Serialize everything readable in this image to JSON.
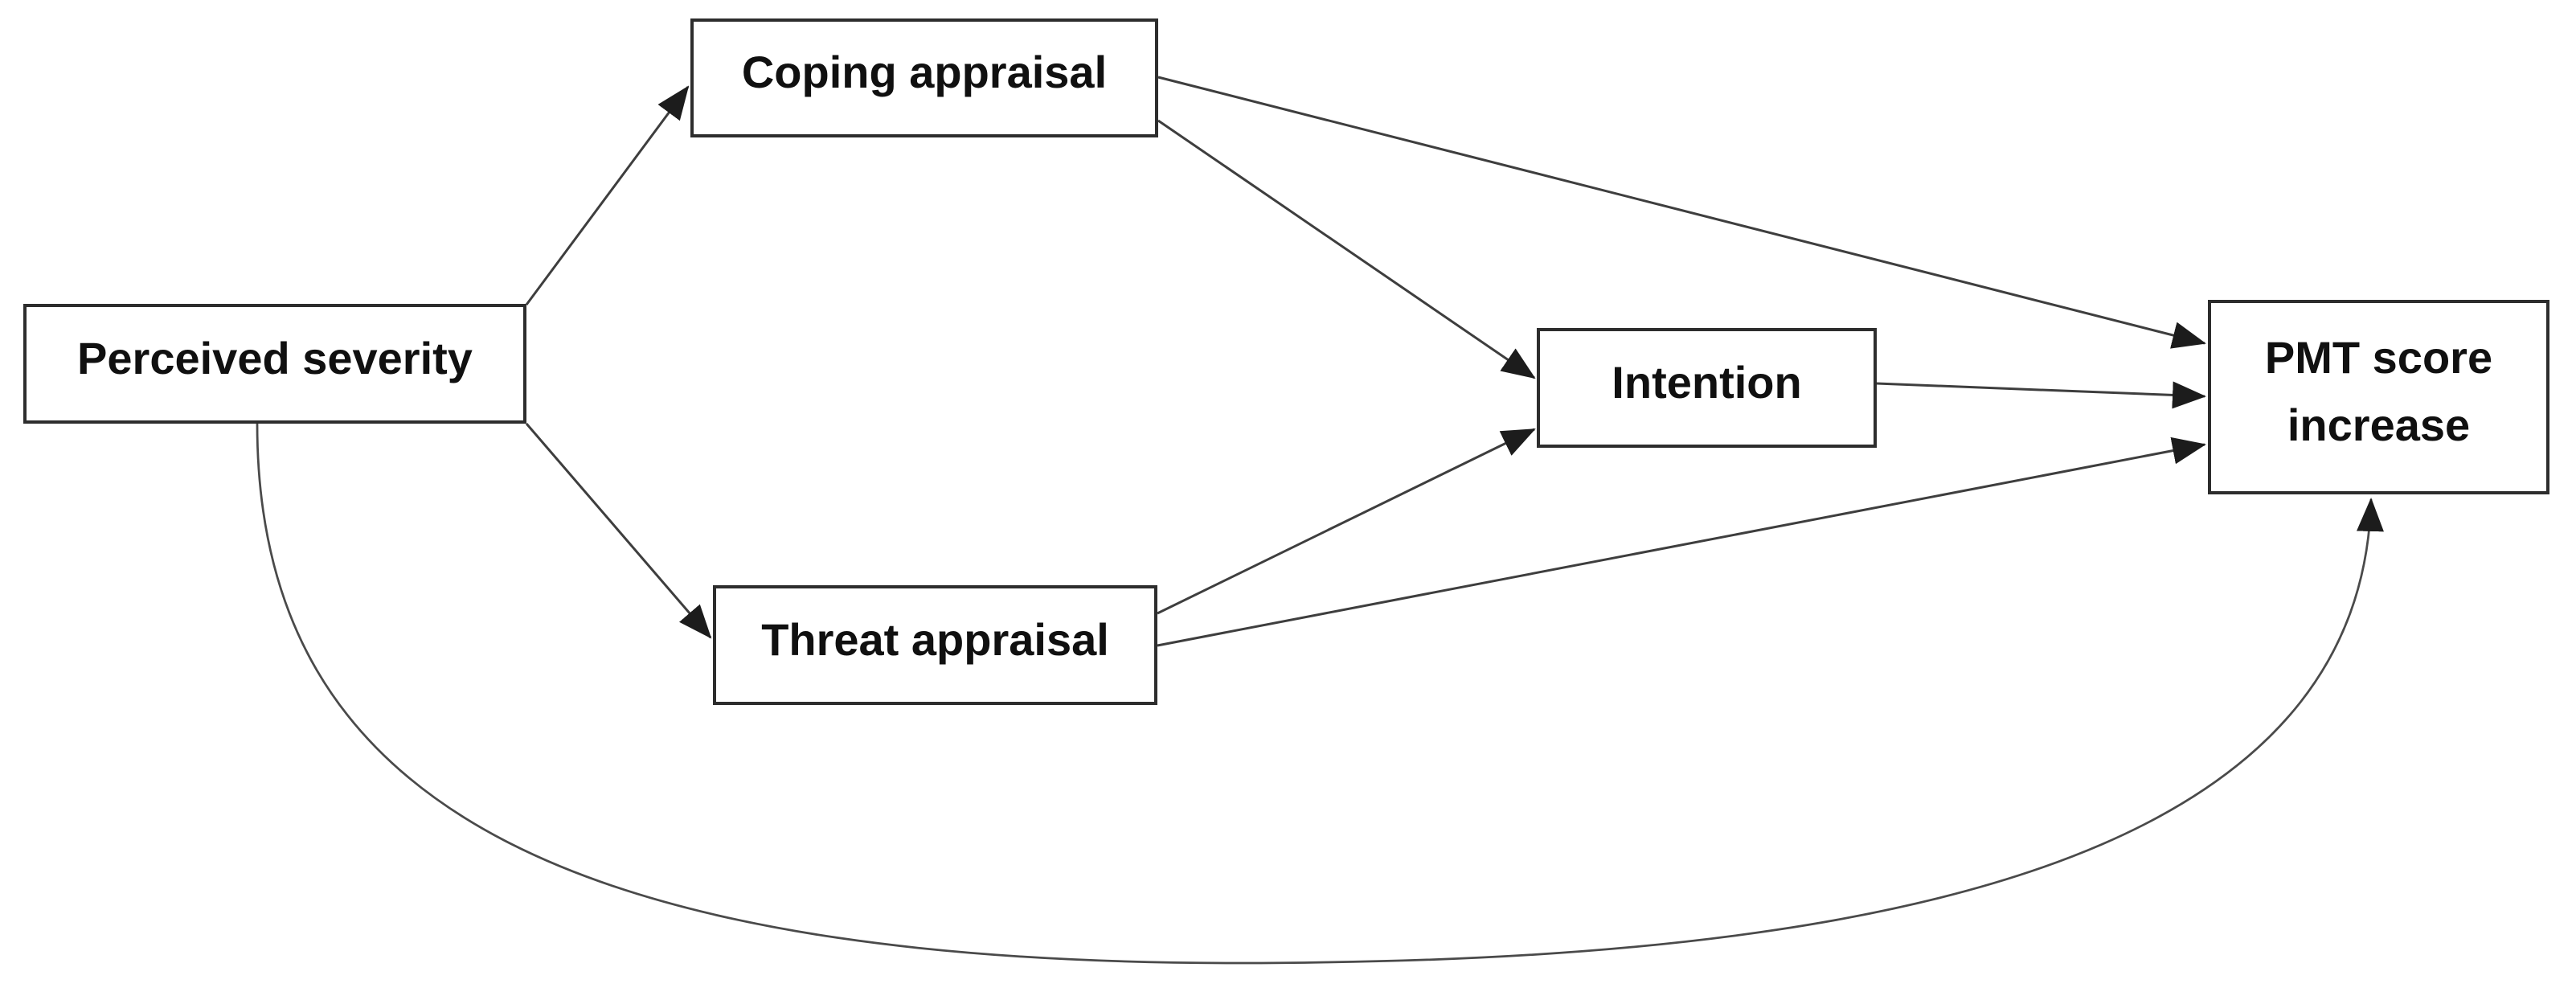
{
  "diagram": {
    "nodes": [
      {
        "id": "perceived-severity",
        "label": "Perceived severity"
      },
      {
        "id": "coping-appraisal",
        "label": "Coping appraisal"
      },
      {
        "id": "threat-appraisal",
        "label": "Threat appraisal"
      },
      {
        "id": "intention",
        "label": "Intention"
      },
      {
        "id": "pmt-score-increase",
        "label": "PMT score increase"
      }
    ],
    "edges": [
      {
        "from": "perceived-severity",
        "to": "coping-appraisal",
        "shape": "straight",
        "arrowhead": "filled-triangle"
      },
      {
        "from": "perceived-severity",
        "to": "threat-appraisal",
        "shape": "straight",
        "arrowhead": "filled-triangle"
      },
      {
        "from": "coping-appraisal",
        "to": "intention",
        "shape": "straight",
        "arrowhead": "filled-triangle"
      },
      {
        "from": "coping-appraisal",
        "to": "pmt-score-increase",
        "shape": "straight",
        "arrowhead": "filled-triangle"
      },
      {
        "from": "threat-appraisal",
        "to": "intention",
        "shape": "straight",
        "arrowhead": "filled-triangle"
      },
      {
        "from": "threat-appraisal",
        "to": "pmt-score-increase",
        "shape": "straight",
        "arrowhead": "filled-triangle"
      },
      {
        "from": "intention",
        "to": "pmt-score-increase",
        "shape": "straight",
        "arrowhead": "filled-triangle"
      },
      {
        "from": "perceived-severity",
        "to": "pmt-score-increase",
        "shape": "curved-below",
        "arrowhead": "filled-triangle"
      }
    ],
    "colors": {
      "background": "#ffffff",
      "node_fill": "#ffffff",
      "node_border": "#2d2d2d",
      "edge_line": "#3e3e3e",
      "arrowhead": "#1c1c1c",
      "text": "#101010"
    }
  }
}
